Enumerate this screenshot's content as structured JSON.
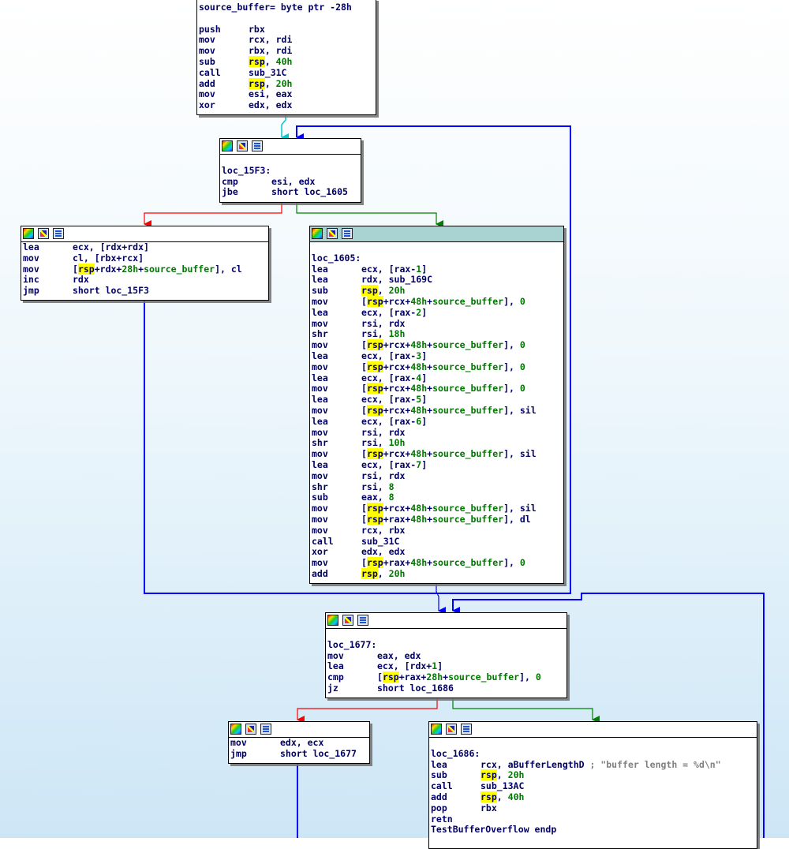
{
  "blocks": {
    "entry": {
      "lines": [
        {
          "t": "lbl",
          "text": "source_buffer= byte ptr -28h"
        },
        {
          "t": "blank"
        },
        {
          "m": "push",
          "ops": [
            {
              "s": "rbx"
            }
          ]
        },
        {
          "m": "mov",
          "ops": [
            {
              "s": "rcx, rdi"
            }
          ]
        },
        {
          "m": "mov",
          "ops": [
            {
              "s": "rbx, rdi"
            }
          ]
        },
        {
          "m": "sub",
          "ops": [
            {
              "h": "rsp"
            },
            {
              "s": ", "
            },
            {
              "n": "40h"
            }
          ]
        },
        {
          "m": "call",
          "ops": [
            {
              "s": "sub_31C"
            }
          ]
        },
        {
          "m": "add",
          "ops": [
            {
              "h": "rsp"
            },
            {
              "s": ", "
            },
            {
              "n": "20h"
            }
          ]
        },
        {
          "m": "mov",
          "ops": [
            {
              "s": "esi, eax"
            }
          ]
        },
        {
          "m": "xor",
          "ops": [
            {
              "s": "edx, edx"
            }
          ]
        }
      ]
    },
    "loc_15F3": {
      "lines": [
        {
          "t": "blank"
        },
        {
          "t": "lbl",
          "text": "loc_15F3:"
        },
        {
          "m": "cmp",
          "ops": [
            {
              "s": "esi, edx"
            }
          ]
        },
        {
          "m": "jbe",
          "ops": [
            {
              "s": "short loc_1605"
            }
          ]
        }
      ]
    },
    "copy_loop": {
      "lines": [
        {
          "m": "lea",
          "ops": [
            {
              "s": "ecx, [rdx+rdx]"
            }
          ]
        },
        {
          "m": "mov",
          "ops": [
            {
              "s": "cl, [rbx+rcx]"
            }
          ]
        },
        {
          "m": "mov",
          "ops": [
            {
              "s": "["
            },
            {
              "h": "rsp"
            },
            {
              "s": "+rdx+"
            },
            {
              "n": "28h"
            },
            {
              "s": "+"
            },
            {
              "n": "source_buffer"
            },
            {
              "s": "], cl"
            }
          ]
        },
        {
          "m": "inc",
          "ops": [
            {
              "s": "rdx"
            }
          ]
        },
        {
          "m": "jmp",
          "ops": [
            {
              "s": "short loc_15F3"
            }
          ]
        }
      ]
    },
    "loc_1605": {
      "lines": [
        {
          "t": "blank"
        },
        {
          "t": "lbl",
          "text": "loc_1605:"
        },
        {
          "m": "lea",
          "ops": [
            {
              "s": "ecx, [rax-"
            },
            {
              "n": "1"
            },
            {
              "s": "]"
            }
          ]
        },
        {
          "m": "lea",
          "ops": [
            {
              "s": "rdx, sub_169C"
            }
          ]
        },
        {
          "m": "sub",
          "ops": [
            {
              "h": "rsp"
            },
            {
              "s": ", "
            },
            {
              "n": "20h"
            }
          ]
        },
        {
          "m": "mov",
          "ops": [
            {
              "s": "["
            },
            {
              "h": "rsp"
            },
            {
              "s": "+rcx+"
            },
            {
              "n": "48h"
            },
            {
              "s": "+"
            },
            {
              "n": "source_buffer"
            },
            {
              "s": "], "
            },
            {
              "n": "0"
            }
          ]
        },
        {
          "m": "lea",
          "ops": [
            {
              "s": "ecx, [rax-"
            },
            {
              "n": "2"
            },
            {
              "s": "]"
            }
          ]
        },
        {
          "m": "mov",
          "ops": [
            {
              "s": "rsi, rdx"
            }
          ]
        },
        {
          "m": "shr",
          "ops": [
            {
              "s": "rsi, "
            },
            {
              "n": "18h"
            }
          ]
        },
        {
          "m": "mov",
          "ops": [
            {
              "s": "["
            },
            {
              "h": "rsp"
            },
            {
              "s": "+rcx+"
            },
            {
              "n": "48h"
            },
            {
              "s": "+"
            },
            {
              "n": "source_buffer"
            },
            {
              "s": "], "
            },
            {
              "n": "0"
            }
          ]
        },
        {
          "m": "lea",
          "ops": [
            {
              "s": "ecx, [rax-"
            },
            {
              "n": "3"
            },
            {
              "s": "]"
            }
          ]
        },
        {
          "m": "mov",
          "ops": [
            {
              "s": "["
            },
            {
              "h": "rsp"
            },
            {
              "s": "+rcx+"
            },
            {
              "n": "48h"
            },
            {
              "s": "+"
            },
            {
              "n": "source_buffer"
            },
            {
              "s": "], "
            },
            {
              "n": "0"
            }
          ]
        },
        {
          "m": "lea",
          "ops": [
            {
              "s": "ecx, [rax-"
            },
            {
              "n": "4"
            },
            {
              "s": "]"
            }
          ]
        },
        {
          "m": "mov",
          "ops": [
            {
              "s": "["
            },
            {
              "h": "rsp"
            },
            {
              "s": "+rcx+"
            },
            {
              "n": "48h"
            },
            {
              "s": "+"
            },
            {
              "n": "source_buffer"
            },
            {
              "s": "], "
            },
            {
              "n": "0"
            }
          ]
        },
        {
          "m": "lea",
          "ops": [
            {
              "s": "ecx, [rax-"
            },
            {
              "n": "5"
            },
            {
              "s": "]"
            }
          ]
        },
        {
          "m": "mov",
          "ops": [
            {
              "s": "["
            },
            {
              "h": "rsp"
            },
            {
              "s": "+rcx+"
            },
            {
              "n": "48h"
            },
            {
              "s": "+"
            },
            {
              "n": "source_buffer"
            },
            {
              "s": "], sil"
            }
          ]
        },
        {
          "m": "lea",
          "ops": [
            {
              "s": "ecx, [rax-"
            },
            {
              "n": "6"
            },
            {
              "s": "]"
            }
          ]
        },
        {
          "m": "mov",
          "ops": [
            {
              "s": "rsi, rdx"
            }
          ]
        },
        {
          "m": "shr",
          "ops": [
            {
              "s": "rsi, "
            },
            {
              "n": "10h"
            }
          ]
        },
        {
          "m": "mov",
          "ops": [
            {
              "s": "["
            },
            {
              "h": "rsp"
            },
            {
              "s": "+rcx+"
            },
            {
              "n": "48h"
            },
            {
              "s": "+"
            },
            {
              "n": "source_buffer"
            },
            {
              "s": "], sil"
            }
          ]
        },
        {
          "m": "lea",
          "ops": [
            {
              "s": "ecx, [rax-"
            },
            {
              "n": "7"
            },
            {
              "s": "]"
            }
          ]
        },
        {
          "m": "mov",
          "ops": [
            {
              "s": "rsi, rdx"
            }
          ]
        },
        {
          "m": "shr",
          "ops": [
            {
              "s": "rsi, "
            },
            {
              "n": "8"
            }
          ]
        },
        {
          "m": "sub",
          "ops": [
            {
              "s": "eax, "
            },
            {
              "n": "8"
            }
          ]
        },
        {
          "m": "mov",
          "ops": [
            {
              "s": "["
            },
            {
              "h": "rsp"
            },
            {
              "s": "+rcx+"
            },
            {
              "n": "48h"
            },
            {
              "s": "+"
            },
            {
              "n": "source_buffer"
            },
            {
              "s": "], sil"
            }
          ]
        },
        {
          "m": "mov",
          "ops": [
            {
              "s": "["
            },
            {
              "h": "rsp"
            },
            {
              "s": "+rax+"
            },
            {
              "n": "48h"
            },
            {
              "s": "+"
            },
            {
              "n": "source_buffer"
            },
            {
              "s": "], dl"
            }
          ]
        },
        {
          "m": "mov",
          "ops": [
            {
              "s": "rcx, rbx"
            }
          ]
        },
        {
          "m": "call",
          "ops": [
            {
              "s": "sub_31C"
            }
          ]
        },
        {
          "m": "xor",
          "ops": [
            {
              "s": "edx, edx"
            }
          ]
        },
        {
          "m": "mov",
          "ops": [
            {
              "s": "["
            },
            {
              "h": "rsp"
            },
            {
              "s": "+rax+"
            },
            {
              "n": "48h"
            },
            {
              "s": "+"
            },
            {
              "n": "source_buffer"
            },
            {
              "s": "], "
            },
            {
              "n": "0"
            }
          ]
        },
        {
          "m": "add",
          "ops": [
            {
              "h": "rsp"
            },
            {
              "s": ", "
            },
            {
              "n": "20h"
            }
          ]
        }
      ]
    },
    "loc_1677": {
      "lines": [
        {
          "t": "blank"
        },
        {
          "t": "lbl",
          "text": "loc_1677:"
        },
        {
          "m": "mov",
          "ops": [
            {
              "s": "eax, edx"
            }
          ]
        },
        {
          "m": "lea",
          "ops": [
            {
              "s": "ecx, [rdx+"
            },
            {
              "n": "1"
            },
            {
              "s": "]"
            }
          ]
        },
        {
          "m": "cmp",
          "ops": [
            {
              "s": "["
            },
            {
              "h": "rsp"
            },
            {
              "s": "+rax+"
            },
            {
              "n": "28h"
            },
            {
              "s": "+"
            },
            {
              "n": "source_buffer"
            },
            {
              "s": "], "
            },
            {
              "n": "0"
            }
          ]
        },
        {
          "m": "jz",
          "ops": [
            {
              "s": "short loc_1686"
            }
          ]
        }
      ]
    },
    "inc_loop": {
      "lines": [
        {
          "m": "mov",
          "ops": [
            {
              "s": "edx, ecx"
            }
          ]
        },
        {
          "m": "jmp",
          "ops": [
            {
              "s": "short loc_1677"
            }
          ]
        }
      ]
    },
    "loc_1686": {
      "lines": [
        {
          "t": "blank"
        },
        {
          "t": "lbl",
          "text": "loc_1686:"
        },
        {
          "m": "lea",
          "ops": [
            {
              "s": "rcx, aBufferLengthD"
            },
            {
              "c": " ; \"buffer length = %d\\n\""
            }
          ]
        },
        {
          "m": "sub",
          "ops": [
            {
              "h": "rsp"
            },
            {
              "s": ", "
            },
            {
              "n": "20h"
            }
          ]
        },
        {
          "m": "call",
          "ops": [
            {
              "s": "sub_13AC"
            }
          ]
        },
        {
          "m": "add",
          "ops": [
            {
              "h": "rsp"
            },
            {
              "s": ", "
            },
            {
              "n": "40h"
            }
          ]
        },
        {
          "m": "pop",
          "ops": [
            {
              "s": "rbx"
            }
          ]
        },
        {
          "m": "retn",
          "ops": []
        },
        {
          "t": "lbl",
          "text": "TestBufferOverflow endp"
        }
      ]
    }
  },
  "colors": {
    "edge_true": "#008000",
    "edge_false": "#ff0000",
    "edge_unconditional": "#0000ff",
    "edge_entry": "#00cccc",
    "highlight": "#ffff00",
    "selected_header": "#a9d3d3"
  }
}
